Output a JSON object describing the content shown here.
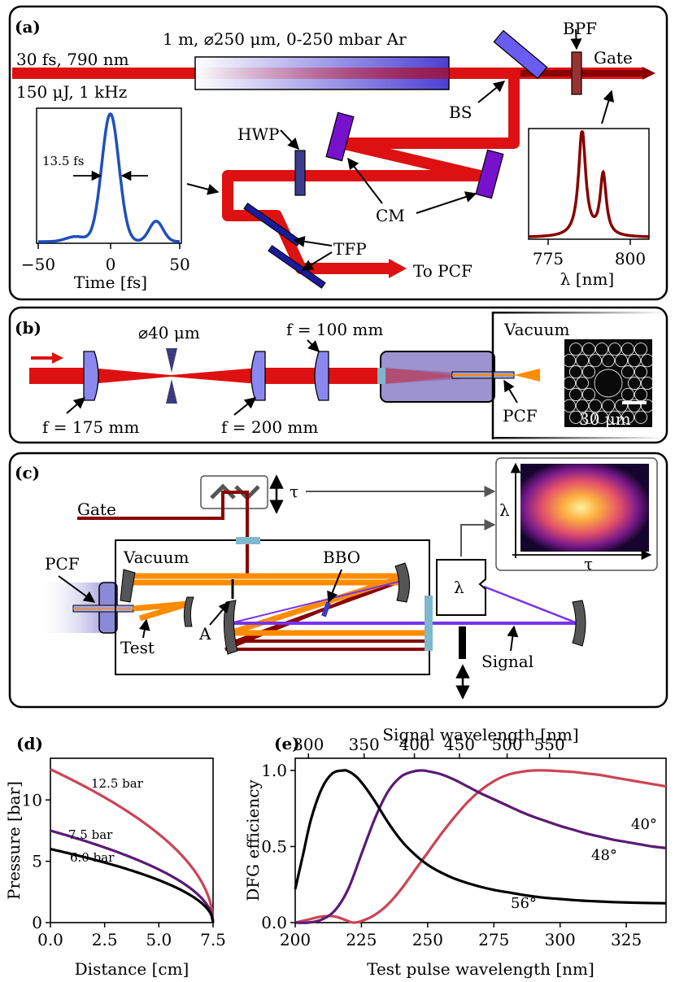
{
  "colors": {
    "beam_red": "#dd1111",
    "gate_dark": "#880000",
    "orange": "#ff8c00",
    "violet": "#7733ee",
    "mirror_blue": "#6a5cf0",
    "cm_purple": "#7711cc",
    "bpf": "#993333",
    "window": "#7fb8cc",
    "pulse_blue": "#1f4fbf",
    "c12": "#cc4455",
    "c75": "#5a1a75",
    "c60": "#000000"
  },
  "panel_a": {
    "tag": "(a)",
    "laser_line1": "30 fs, 790 nm",
    "laser_line2": "150 μJ, 1 kHz",
    "fiber": "1 m, ⌀250 μm, 0-250 mbar Ar",
    "bpf": "BPF",
    "gate": "Gate",
    "bs": "BS",
    "hwp": "HWP",
    "cm": "CM",
    "tfp": "TFP",
    "to_pcf": "To PCF",
    "inset_time": {
      "fwhm": "13.5 fs",
      "ticks": [
        "−50",
        "0",
        "50"
      ],
      "xlabel": "Time [fs]"
    },
    "inset_spec": {
      "ticks": [
        "775",
        "800"
      ],
      "xlabel": "λ [nm]"
    }
  },
  "panel_b": {
    "tag": "(b)",
    "pinhole": "⌀40 μm",
    "f100": "f = 100 mm",
    "f175": "f = 175 mm",
    "f200": "f = 200 mm",
    "vacuum": "Vacuum",
    "pcf": "PCF",
    "scale": "30 μm"
  },
  "panel_c": {
    "tag": "(c)",
    "gate": "Gate",
    "tau": "τ",
    "lambda": "λ",
    "pcf": "PCF",
    "vacuum": "Vacuum",
    "bbo": "BBO",
    "test": "Test",
    "a": "A",
    "signal": "Signal",
    "inset_x": "τ",
    "inset_y": "λ"
  },
  "chart_data": [
    {
      "panel": "(d)",
      "type": "line",
      "xlabel": "Distance [cm]",
      "ylabel": "Pressure [bar]",
      "xlim": [
        0,
        7.5
      ],
      "ylim": [
        0,
        13.4
      ],
      "xticks": [
        "0.0",
        "2.5",
        "5.0",
        "7.5"
      ],
      "yticks": [
        "0",
        "5",
        "10"
      ],
      "series": [
        {
          "name": "12.5 bar",
          "p0": 12.5
        },
        {
          "name": "7.5 bar",
          "p0": 7.5
        },
        {
          "name": "6.0 bar",
          "p0": 6.0
        }
      ],
      "x": [
        0,
        0.75,
        1.5,
        2.25,
        3.0,
        3.75,
        4.5,
        5.25,
        6.0,
        6.75,
        7.2,
        7.5
      ],
      "values": [
        [
          12.5,
          11.86,
          11.18,
          10.46,
          9.68,
          8.84,
          7.91,
          6.85,
          5.59,
          3.95,
          2.5,
          0.0
        ],
        [
          7.5,
          7.12,
          6.71,
          6.27,
          5.81,
          5.3,
          4.74,
          4.11,
          3.35,
          2.37,
          1.5,
          0.0
        ],
        [
          6.0,
          5.69,
          5.37,
          5.02,
          4.65,
          4.24,
          3.79,
          3.29,
          2.68,
          1.9,
          1.2,
          0.0
        ]
      ]
    },
    {
      "panel": "(e)",
      "type": "line",
      "xlabel": "Test pulse wavelength [nm]",
      "ylabel": "DFG efficiency",
      "top_xlabel": "Signal wavelength [nm]",
      "xlim": [
        200,
        340
      ],
      "ylim": [
        0,
        1.08
      ],
      "xticks": [
        "200",
        "225",
        "250",
        "275",
        "300",
        "325"
      ],
      "yticks": [
        "0.0",
        "0.5",
        "1.0"
      ],
      "top_ticks": [
        {
          "label": "300",
          "test_nm": 205
        },
        {
          "label": "350",
          "test_nm": 226
        },
        {
          "label": "400",
          "test_nm": 245
        },
        {
          "label": "450",
          "test_nm": 262
        },
        {
          "label": "500",
          "test_nm": 280
        },
        {
          "label": "550",
          "test_nm": 296
        }
      ],
      "series": [
        {
          "name": "40°",
          "x": [
            200,
            205,
            210,
            215,
            220,
            222,
            225,
            230,
            235,
            240,
            245,
            250,
            255,
            260,
            265,
            270,
            275,
            280,
            285,
            290,
            295,
            300,
            305,
            310,
            315,
            320,
            325,
            330,
            335,
            340
          ],
          "y": [
            0.0,
            0.02,
            0.04,
            0.04,
            0.01,
            0.0,
            0.01,
            0.05,
            0.12,
            0.22,
            0.34,
            0.46,
            0.58,
            0.69,
            0.79,
            0.87,
            0.93,
            0.97,
            0.99,
            1.0,
            1.0,
            0.995,
            0.99,
            0.98,
            0.97,
            0.955,
            0.94,
            0.925,
            0.91,
            0.895
          ]
        },
        {
          "name": "48°",
          "x": [
            200,
            205,
            210,
            215,
            220,
            225,
            230,
            235,
            240,
            245,
            248,
            250,
            255,
            260,
            265,
            270,
            275,
            280,
            285,
            290,
            295,
            300,
            305,
            310,
            315,
            320,
            325,
            330,
            335,
            340
          ],
          "y": [
            0.0,
            0.0,
            0.02,
            0.08,
            0.22,
            0.45,
            0.68,
            0.86,
            0.96,
            0.995,
            1.0,
            0.995,
            0.975,
            0.94,
            0.895,
            0.85,
            0.81,
            0.77,
            0.73,
            0.695,
            0.665,
            0.635,
            0.61,
            0.585,
            0.565,
            0.545,
            0.53,
            0.515,
            0.5,
            0.49
          ]
        },
        {
          "name": "56°",
          "x": [
            200,
            203,
            206,
            210,
            214,
            218,
            220,
            223,
            226,
            230,
            235,
            240,
            245,
            250,
            255,
            260,
            265,
            270,
            275,
            280,
            285,
            290,
            295,
            300,
            305,
            310,
            320,
            330,
            340
          ],
          "y": [
            0.22,
            0.45,
            0.68,
            0.88,
            0.98,
            1.0,
            0.995,
            0.96,
            0.9,
            0.8,
            0.66,
            0.54,
            0.45,
            0.38,
            0.33,
            0.29,
            0.26,
            0.235,
            0.215,
            0.2,
            0.185,
            0.172,
            0.162,
            0.155,
            0.148,
            0.143,
            0.135,
            0.13,
            0.127
          ]
        }
      ]
    }
  ]
}
